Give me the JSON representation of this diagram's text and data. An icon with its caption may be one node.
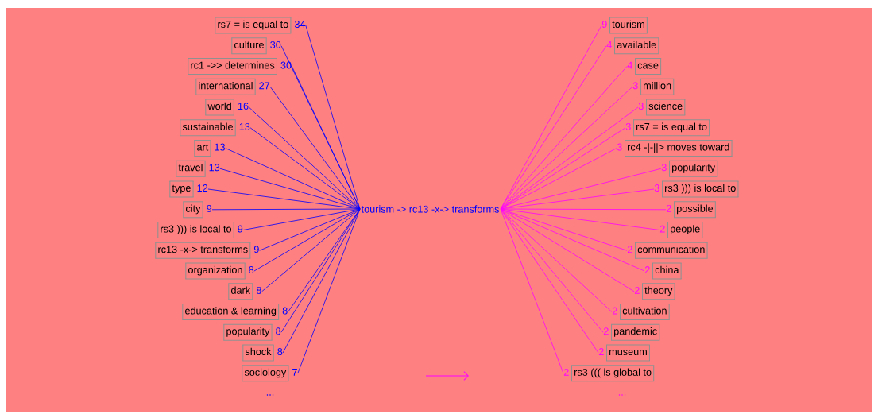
{
  "diagram": {
    "nodes": [
      {
        "text": [
          "rs7 = is equal to",
          "34"
        ]
      },
      {
        "text": [
          "culture",
          "30"
        ]
      },
      {
        "text": [
          "rc1 ->> determines",
          "30"
        ]
      },
      {
        "text": [
          "international",
          "27"
        ]
      },
      {
        "text": [
          "world",
          "16"
        ]
      },
      {
        "text": [
          "sustainable",
          "13"
        ]
      },
      {
        "text": [
          "art",
          "13"
        ]
      },
      {
        "text": [
          "travel",
          "13"
        ]
      },
      {
        "text": [
          "type",
          "12"
        ]
      },
      {
        "text": [
          "city",
          "9"
        ]
      },
      {
        "text": [
          "rs3 ))) is local to",
          "9"
        ]
      },
      {
        "text": [
          "rc13 -x-> transforms",
          "9"
        ]
      },
      {
        "text": [
          "organization",
          "8"
        ]
      },
      {
        "text": [
          "dark",
          "8"
        ]
      },
      {
        "text": [
          "education & learning",
          "8"
        ]
      },
      {
        "text": [
          "popularity",
          "8"
        ]
      },
      {
        "text": [
          "shock",
          "8"
        ]
      },
      {
        "text": [
          "sociology",
          "7"
        ]
      },
      {
        "text": [
          "tourism -> rc13 -x-> transforms"
        ]
      },
      {
        "text": [
          "9",
          "tourism"
        ]
      },
      {
        "text": [
          "4",
          "available"
        ]
      },
      {
        "text": [
          "4",
          "case"
        ]
      },
      {
        "text": [
          "3",
          "million"
        ]
      },
      {
        "text": [
          "3",
          "science"
        ]
      },
      {
        "text": [
          "3",
          "rs7 = is equal to"
        ]
      },
      {
        "text": [
          "3",
          "rc4 -|-||> moves toward"
        ]
      },
      {
        "text": [
          "3",
          "popularity"
        ]
      },
      {
        "text": [
          "3",
          "rs3 ))) is local to"
        ]
      },
      {
        "text": [
          "2",
          "possible"
        ]
      },
      {
        "text": [
          "2",
          "people"
        ]
      },
      {
        "text": [
          "2",
          "communication"
        ]
      },
      {
        "text": [
          "2",
          "china"
        ]
      },
      {
        "text": [
          "2",
          "theory"
        ]
      },
      {
        "text": [
          "2",
          "cultivation"
        ]
      },
      {
        "text": [
          "2",
          "pandemic"
        ]
      },
      {
        "text": [
          "2",
          "museum"
        ]
      },
      {
        "text": [
          "2",
          "rs3 ((( is global to"
        ]
      }
    ],
    "edges": [
      {
        "from": 0,
        "to": 18,
        "arrow": "none",
        "color": "#0000ff"
      },
      {
        "from": 1,
        "to": 18,
        "arrow": "none",
        "color": "#0000ff"
      },
      {
        "from": 2,
        "to": 18,
        "arrow": "none",
        "color": "#0000ff"
      },
      {
        "from": 3,
        "to": 18,
        "arrow": "none",
        "color": "#0000ff"
      },
      {
        "from": 4,
        "to": 18,
        "arrow": "none",
        "color": "#0000ff"
      },
      {
        "from": 5,
        "to": 18,
        "arrow": "none",
        "color": "#0000ff"
      },
      {
        "from": 6,
        "to": 18,
        "arrow": "none",
        "color": "#0000ff"
      },
      {
        "from": 7,
        "to": 18,
        "arrow": "none",
        "color": "#0000ff"
      },
      {
        "from": 8,
        "to": 18,
        "arrow": "none",
        "color": "#0000ff"
      },
      {
        "from": 9,
        "to": 18,
        "arrow": "none",
        "color": "#0000ff"
      },
      {
        "from": 10,
        "to": 18,
        "arrow": "none",
        "color": "#0000ff"
      },
      {
        "from": 11,
        "to": 18,
        "arrow": "none",
        "color": "#0000ff"
      },
      {
        "from": 12,
        "to": 18,
        "arrow": "none",
        "color": "#0000ff"
      },
      {
        "from": 13,
        "to": 18,
        "arrow": "none",
        "color": "#0000ff"
      },
      {
        "from": 14,
        "to": 18,
        "arrow": "none",
        "color": "#0000ff"
      },
      {
        "from": 15,
        "to": 18,
        "arrow": "none",
        "color": "#0000ff"
      },
      {
        "from": 16,
        "to": 18,
        "arrow": "none",
        "color": "#0000ff"
      },
      {
        "from": 17,
        "to": 18,
        "arrow": "none",
        "color": "#0000ff"
      },
      {
        "from": 18,
        "to": 19,
        "arrow": "none",
        "color": "#ff00ff"
      },
      {
        "from": 18,
        "to": 20,
        "arrow": "none",
        "color": "#ff00ff"
      },
      {
        "from": 18,
        "to": 21,
        "arrow": "none",
        "color": "#ff00ff"
      },
      {
        "from": 18,
        "to": 22,
        "arrow": "none",
        "color": "#ff00ff"
      },
      {
        "from": 18,
        "to": 23,
        "arrow": "none",
        "color": "#ff00ff"
      },
      {
        "from": 18,
        "to": 24,
        "arrow": "none",
        "color": "#ff00ff"
      },
      {
        "from": 18,
        "to": 25,
        "arrow": "none",
        "color": "#ff00ff"
      },
      {
        "from": 18,
        "to": 26,
        "arrow": "none",
        "color": "#ff00ff"
      },
      {
        "from": 18,
        "to": 27,
        "arrow": "none",
        "color": "#ff00ff"
      },
      {
        "from": 18,
        "to": 28,
        "arrow": "none",
        "color": "#ff00ff"
      },
      {
        "from": 18,
        "to": 29,
        "arrow": "none",
        "color": "#ff00ff"
      },
      {
        "from": 18,
        "to": 30,
        "arrow": "none",
        "color": "#ff00ff"
      },
      {
        "from": 18,
        "to": 31,
        "arrow": "none",
        "color": "#ff00ff"
      },
      {
        "from": 18,
        "to": 32,
        "arrow": "none",
        "color": "#ff00ff"
      },
      {
        "from": 18,
        "to": 33,
        "arrow": "none",
        "color": "#ff00ff"
      },
      {
        "from": 18,
        "to": 34,
        "arrow": "none",
        "color": "#ff00ff"
      },
      {
        "from": 18,
        "to": 35,
        "arrow": "none",
        "color": "#ff00ff"
      },
      {
        "from": 18,
        "to": 36,
        "arrow": "none",
        "color": "#ff00ff"
      }
    ],
    "labels": [
      "...",
      "..."
    ]
  }
}
